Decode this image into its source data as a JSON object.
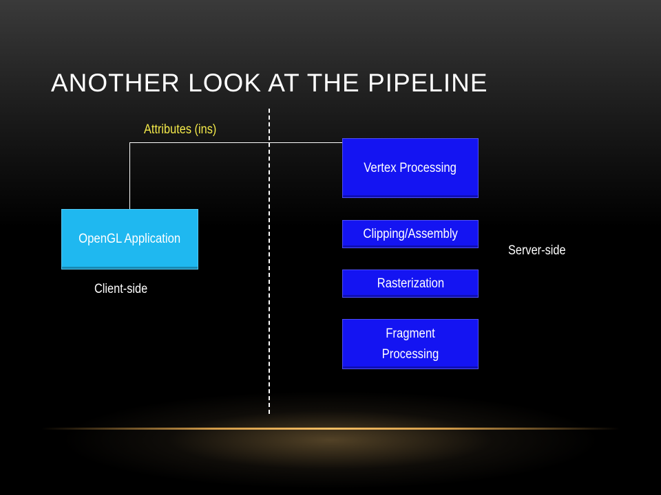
{
  "slide": {
    "title": "ANOTHER LOOK AT THE PIPELINE"
  },
  "labels": {
    "attributes": "Attributes (ins)",
    "client_side": "Client-side",
    "server_side": "Server-side"
  },
  "nodes": {
    "application": "OpenGL Application",
    "vertex_processing": "Vertex Processing",
    "clipping_assembly": "Clipping/Assembly",
    "rasterization": "Rasterization",
    "fragment_processing": "Fragment Processing"
  },
  "colors": {
    "application_box": "#1fb8f0",
    "pipeline_box": "#1414f2",
    "attribute_label": "#f4ea4a",
    "text": "#ffffff"
  }
}
